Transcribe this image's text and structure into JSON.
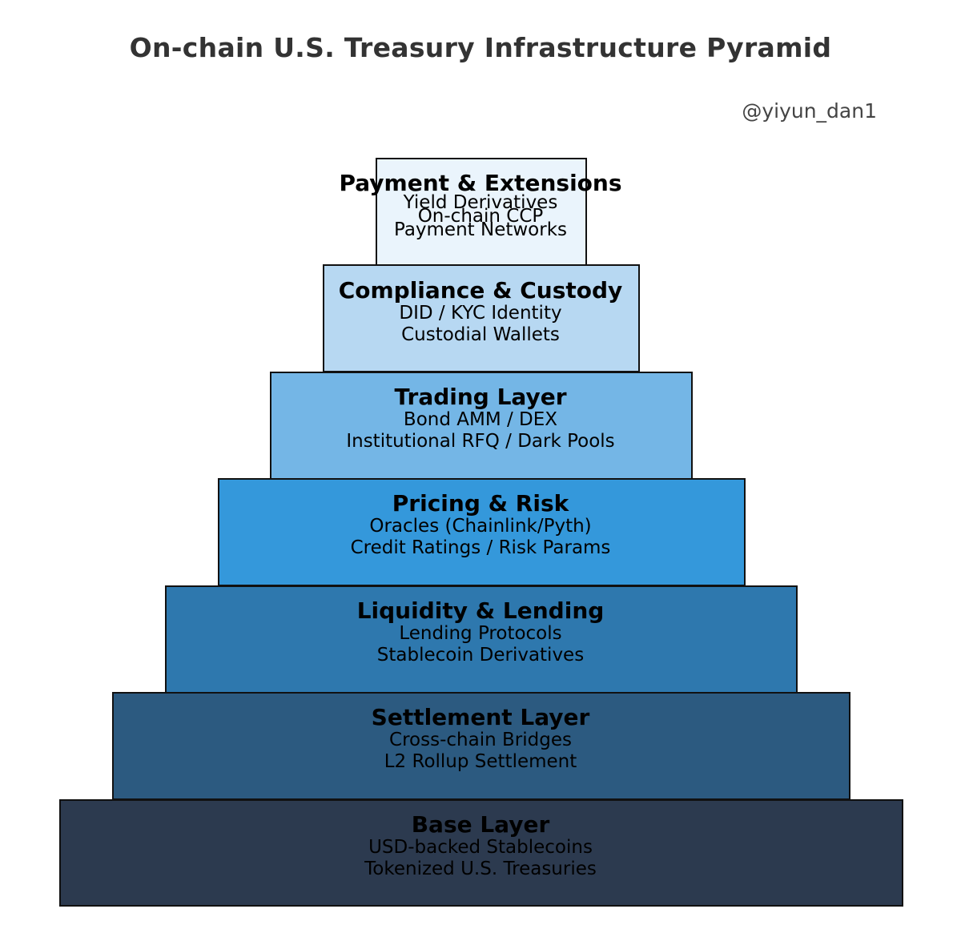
{
  "title": "On-chain U.S. Treasury Infrastructure Pyramid",
  "author": "@yiyun_dan1",
  "layers": [
    {
      "name": "Payment & Extensions",
      "items": [
        "Yield Derivatives",
        "On-chain CCP",
        "Payment Networks"
      ],
      "color": "#EAF4FC"
    },
    {
      "name": "Compliance & Custody",
      "items": [
        "DID / KYC Identity",
        "Custodial Wallets"
      ],
      "color": "#B7D8F2"
    },
    {
      "name": "Trading Layer",
      "items": [
        "Bond AMM / DEX",
        "Institutional RFQ / Dark Pools"
      ],
      "color": "#74B6E6"
    },
    {
      "name": "Pricing & Risk",
      "items": [
        "Oracles (Chainlink/Pyth)",
        "Credit Ratings / Risk Params"
      ],
      "color": "#3498DB"
    },
    {
      "name": "Liquidity & Lending",
      "items": [
        "Lending Protocols",
        "Stablecoin Derivatives"
      ],
      "color": "#2E78AE"
    },
    {
      "name": "Settlement Layer",
      "items": [
        "Cross-chain Bridges",
        "L2 Rollup Settlement"
      ],
      "color": "#2C5A80"
    },
    {
      "name": "Base Layer",
      "items": [
        "USD-backed Stablecoins",
        "Tokenized U.S. Treasuries"
      ],
      "color": "#2C3A4F"
    }
  ]
}
